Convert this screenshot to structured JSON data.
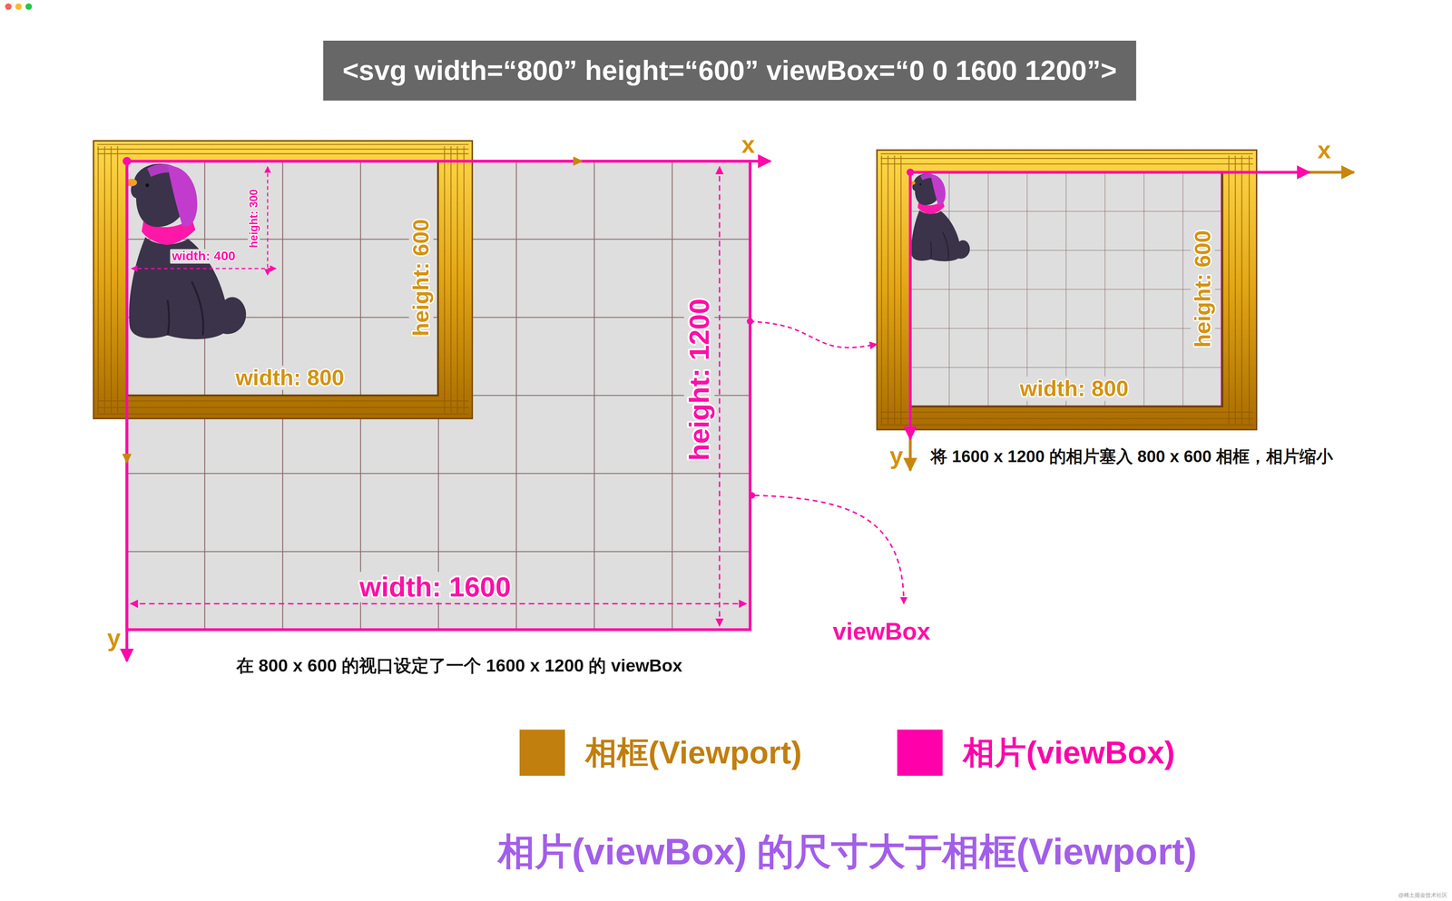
{
  "diagram": {
    "title": "<svg width=“800” height=“600” viewBox=“0 0 1600 1200”>",
    "caption": "相片(viewBox) 的尺寸大于相框(Viewport)",
    "nodes": [
      {
        "text": [
          "height: 600",
          "width: 800"
        ]
      },
      {
        "text": [
          "height: 1200",
          "width: 1600"
        ]
      },
      {
        "text": [
          "height: 600",
          "width: 800"
        ]
      }
    ],
    "edges": [
      {
        "from": 1,
        "to": 2,
        "arrow": "to"
      }
    ],
    "labels": [
      "x",
      "height: 300",
      "width: 400",
      "y",
      "在 800 x 600 的视口设定了一个 1600 x 1200 的 viewBox",
      "x",
      "y",
      "将 1600 x 1200 的相片塞入 800 x 600 相框，相片缩小",
      "viewBox",
      "@稀土掘金技术社区"
    ],
    "legend": [
      {
        "text": "相框(Viewport)",
        "color": "#c17f0e"
      },
      {
        "text": "相片(viewBox)",
        "color": "#ff00aa"
      }
    ]
  }
}
